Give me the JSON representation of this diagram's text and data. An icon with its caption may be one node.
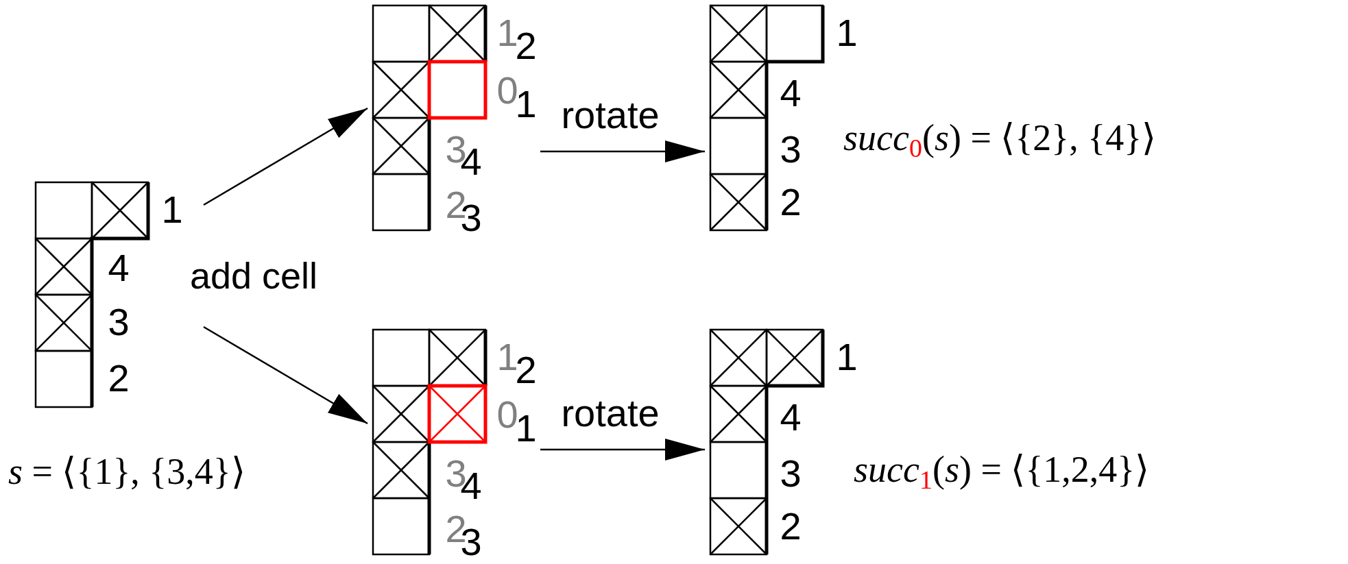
{
  "diagram": {
    "nodes": [
      {
        "text": [
          "1",
          "4",
          "3",
          "2"
        ],
        "beside": [
          "*s* = ⟨{1}, {3,4}⟩"
        ]
      },
      {
        "text": [
          "1",
          "2",
          "0",
          "1",
          "3",
          "4",
          "2",
          "3"
        ]
      },
      {
        "text": [
          "1",
          "2",
          "0",
          "1",
          "3",
          "4",
          "2",
          "3"
        ]
      },
      {
        "text": [
          "1",
          "4",
          "3",
          "2"
        ],
        "beside": [
          "*succ*$_{0}$(*s*) = ⟨{2}, {4}⟩"
        ]
      },
      {
        "text": [
          "1",
          "4",
          "3",
          "2"
        ],
        "beside": [
          "*succ*$_{1}$(*s*) = ⟨{1,2,4}⟩"
        ]
      }
    ],
    "edges": [
      {
        "from": 0,
        "to": 1,
        "arrow": "to"
      },
      {
        "from": 0,
        "to": 2,
        "arrow": "to"
      },
      {
        "from": 1,
        "to": 3,
        "arrow": "to",
        "label": "rotate"
      },
      {
        "from": 2,
        "to": 4,
        "arrow": "to",
        "label": "rotate"
      }
    ],
    "labels": [
      "add cell"
    ]
  }
}
